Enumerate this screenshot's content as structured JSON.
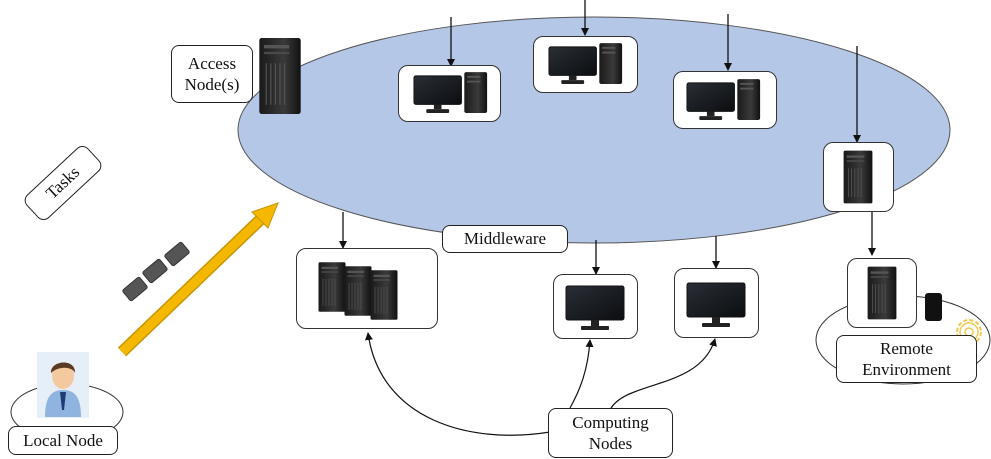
{
  "labels": {
    "access_node_line1": "Access",
    "access_node_line2": "Node(s)",
    "tasks": "Tasks",
    "middleware": "Middleware",
    "local_node": "Local Node",
    "remote_line1": "Remote",
    "remote_line2": "Environment",
    "computing_line1": "Computing",
    "computing_line2": "Nodes"
  },
  "colors": {
    "middleware_ellipse": "#b4c7e7",
    "arrow": "#f5b800",
    "task_block": "#555555",
    "gear": "#f2c94c"
  },
  "icons": {
    "access_node": "tower-server-icon",
    "cluster": "server-cluster-icon",
    "desktop": "desktop-computer-icon",
    "monitor": "monitor-icon",
    "user": "user-avatar-icon",
    "gear": "gear-icon",
    "phone": "phone-icon"
  }
}
